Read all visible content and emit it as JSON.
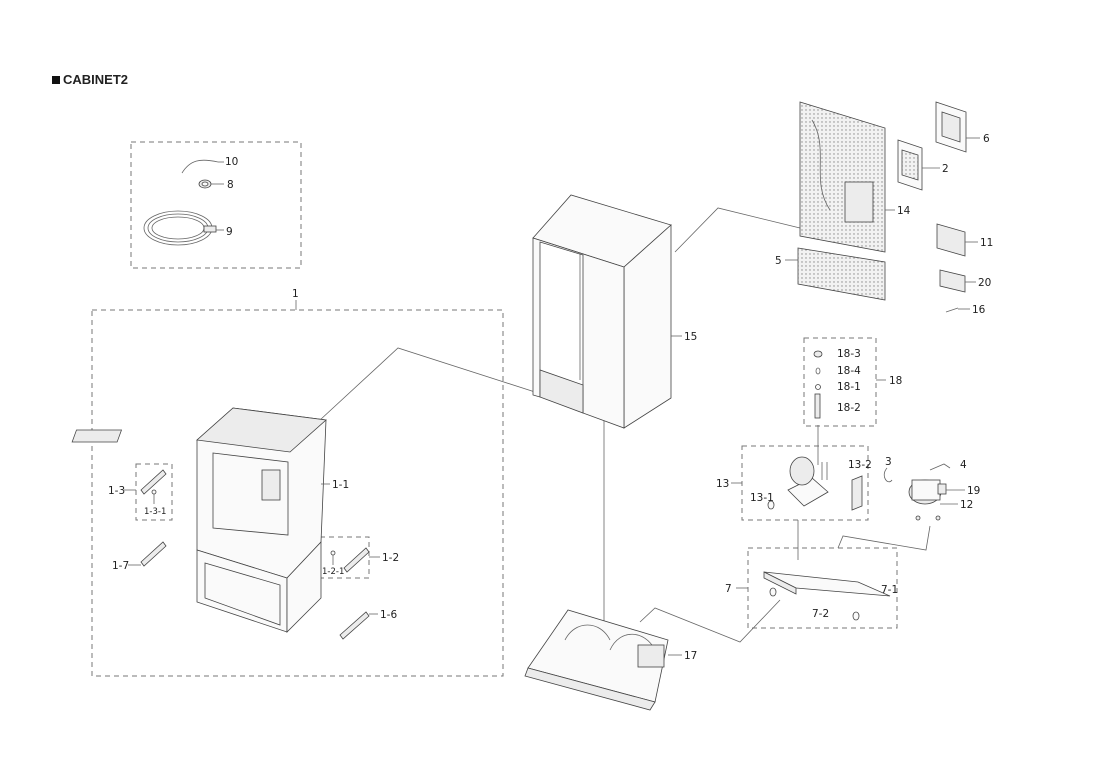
{
  "title": "CABINET2",
  "labels": {
    "p1": "1",
    "p1_1": "1-1",
    "p1_2": "1-2",
    "p1_2_1": "1-2-1",
    "p1_3": "1-3",
    "p1_3_1": "1-3-1",
    "p1_6": "1-6",
    "p1_7": "1-7",
    "p2": "2",
    "p3": "3",
    "p4": "4",
    "p5": "5",
    "p6": "6",
    "p7": "7",
    "p7_1": "7-1",
    "p7_2": "7-2",
    "p8": "8",
    "p9": "9",
    "p10": "10",
    "p11": "11",
    "p12": "12",
    "p13": "13",
    "p13_1": "13-1",
    "p13_2": "13-2",
    "p14": "14",
    "p15": "15",
    "p16": "16",
    "p17": "17",
    "p18": "18",
    "p18_1": "18-1",
    "p18_2": "18-2",
    "p18_3": "18-3",
    "p18_4": "18-4",
    "p19": "19",
    "p20": "20"
  }
}
